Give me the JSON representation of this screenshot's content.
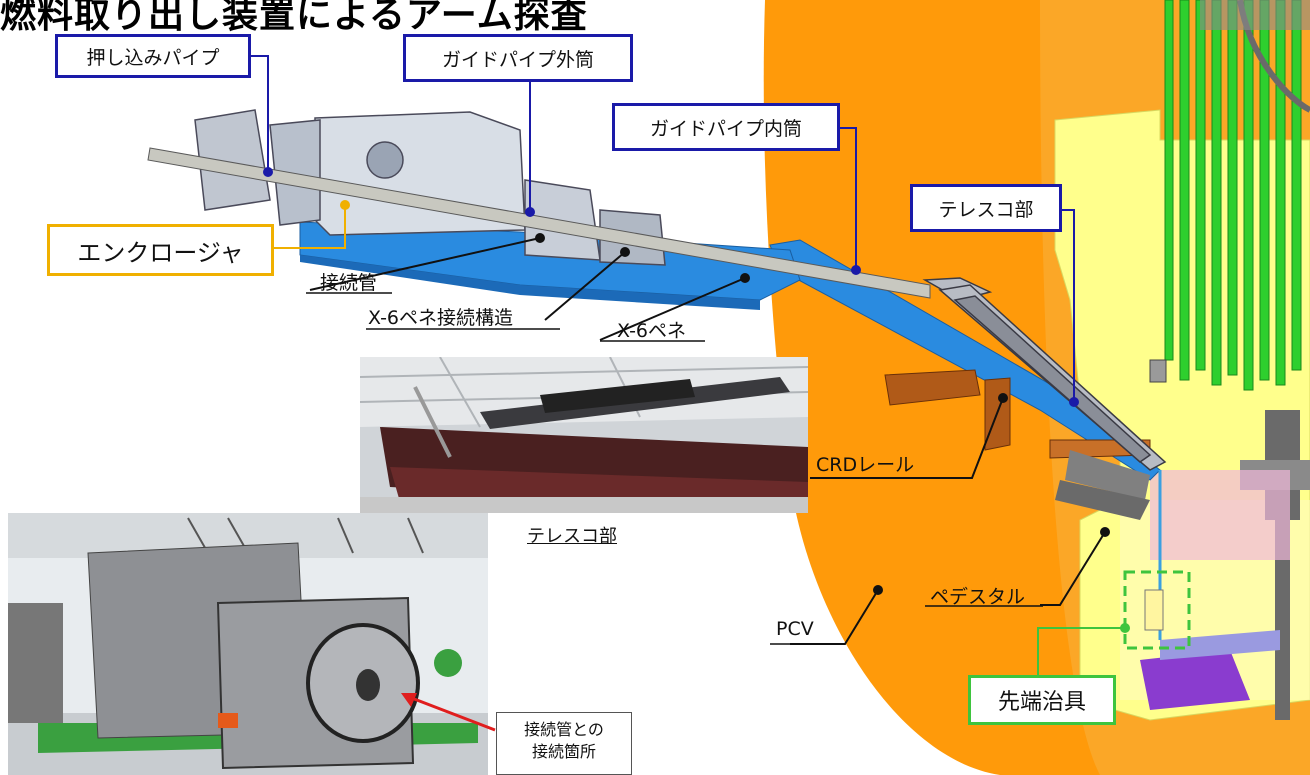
{
  "title": "燃料取り出し装置によるアーム探査",
  "labels": {
    "push_pipe": "押し込みパイプ",
    "guide_outer": "ガイドパイプ外筒",
    "guide_inner": "ガイドパイプ内筒",
    "telescope_box": "テレスコ部",
    "enclosure": "エンクロージャ",
    "connecting_pipe": "接続管",
    "x6_structure": "X-6ペネ接続構造",
    "x6_pene": "X-6ペネ",
    "crd_rail": "CRDレール",
    "telescope_photo": "テレスコ部",
    "pcv": "PCV",
    "pedestal": "ペデスタル",
    "tip_tool": "先端治具"
  },
  "callout": {
    "line1": "接続管との",
    "line2": "接続箇所"
  },
  "colors": {
    "blue_border": "#1a1aa8",
    "gold_border": "#f0b000",
    "green_border": "#3ec43e",
    "pcv_orange": "#ff9a0a",
    "pedestal_yellow": "#ffff8c",
    "rail_blue": "#2a8be0",
    "rod_green": "#2ecf2e"
  }
}
